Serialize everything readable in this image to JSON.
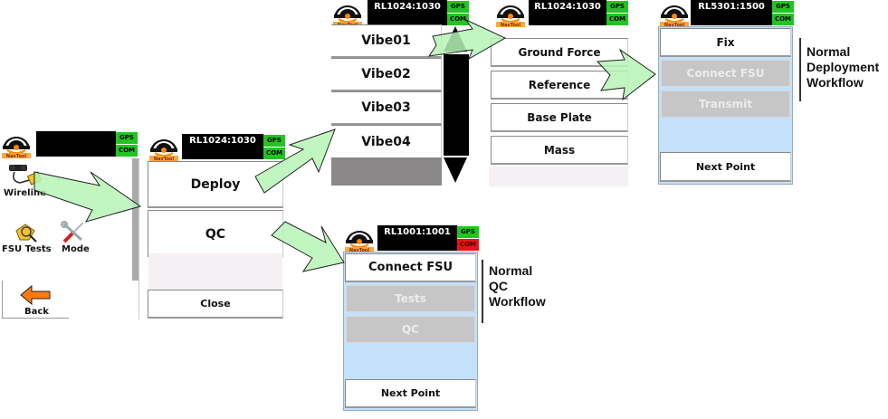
{
  "screens": {
    "main_menu": {
      "title": "",
      "status": {
        "gps": "GPS",
        "com": "COM",
        "gps_color": "#22c422",
        "com_color": "#22c422"
      },
      "items": [
        {
          "label": "Wireline",
          "icon": "wireline-icon"
        },
        {
          "label": "FSU Tests",
          "icon": "fsu-tests-icon"
        },
        {
          "label": "Mode",
          "icon": "wrench-screwdriver-icon"
        }
      ],
      "back_label": "Back"
    },
    "deploy_menu": {
      "title": "RL1024:1030",
      "status": {
        "gps": "GPS",
        "com": "COM"
      },
      "buttons": [
        "Deploy",
        "QC"
      ],
      "close_label": "Close"
    },
    "vibe_list": {
      "title": "RL1024:1030",
      "status": {
        "gps": "GPS",
        "com": "COM"
      },
      "items": [
        "Vibe01",
        "Vibe02",
        "Vibe03",
        "Vibe04"
      ]
    },
    "sensor_menu": {
      "title": "RL1024:1030",
      "status": {
        "gps": "GPS",
        "com": "COM"
      },
      "items": [
        "Ground Force",
        "Reference",
        "Base Plate",
        "Mass"
      ]
    },
    "deployment_workflow": {
      "title": "RL5301:1500",
      "status": {
        "gps": "GPS",
        "com": "COM"
      },
      "buttons": [
        {
          "label": "Fix",
          "enabled": true
        },
        {
          "label": "Connect FSU",
          "enabled": false
        },
        {
          "label": "Transmit",
          "enabled": false
        }
      ],
      "next_label": "Next Point",
      "caption": [
        "Normal",
        "Deployment",
        "Workflow"
      ]
    },
    "qc_workflow": {
      "title": "RL1001:1001",
      "status": {
        "gps": "GPS",
        "com": "COM",
        "com_color": "#ee1111"
      },
      "buttons": [
        {
          "label": "Connect FSU",
          "enabled": true
        },
        {
          "label": "Tests",
          "enabled": false
        },
        {
          "label": "QC",
          "enabled": false
        }
      ],
      "next_label": "Next Point",
      "caption": [
        "Normal",
        "QC",
        "Workflow"
      ]
    }
  },
  "brand": {
    "logo_text": "NavTool",
    "accent": "#ff8a00"
  }
}
